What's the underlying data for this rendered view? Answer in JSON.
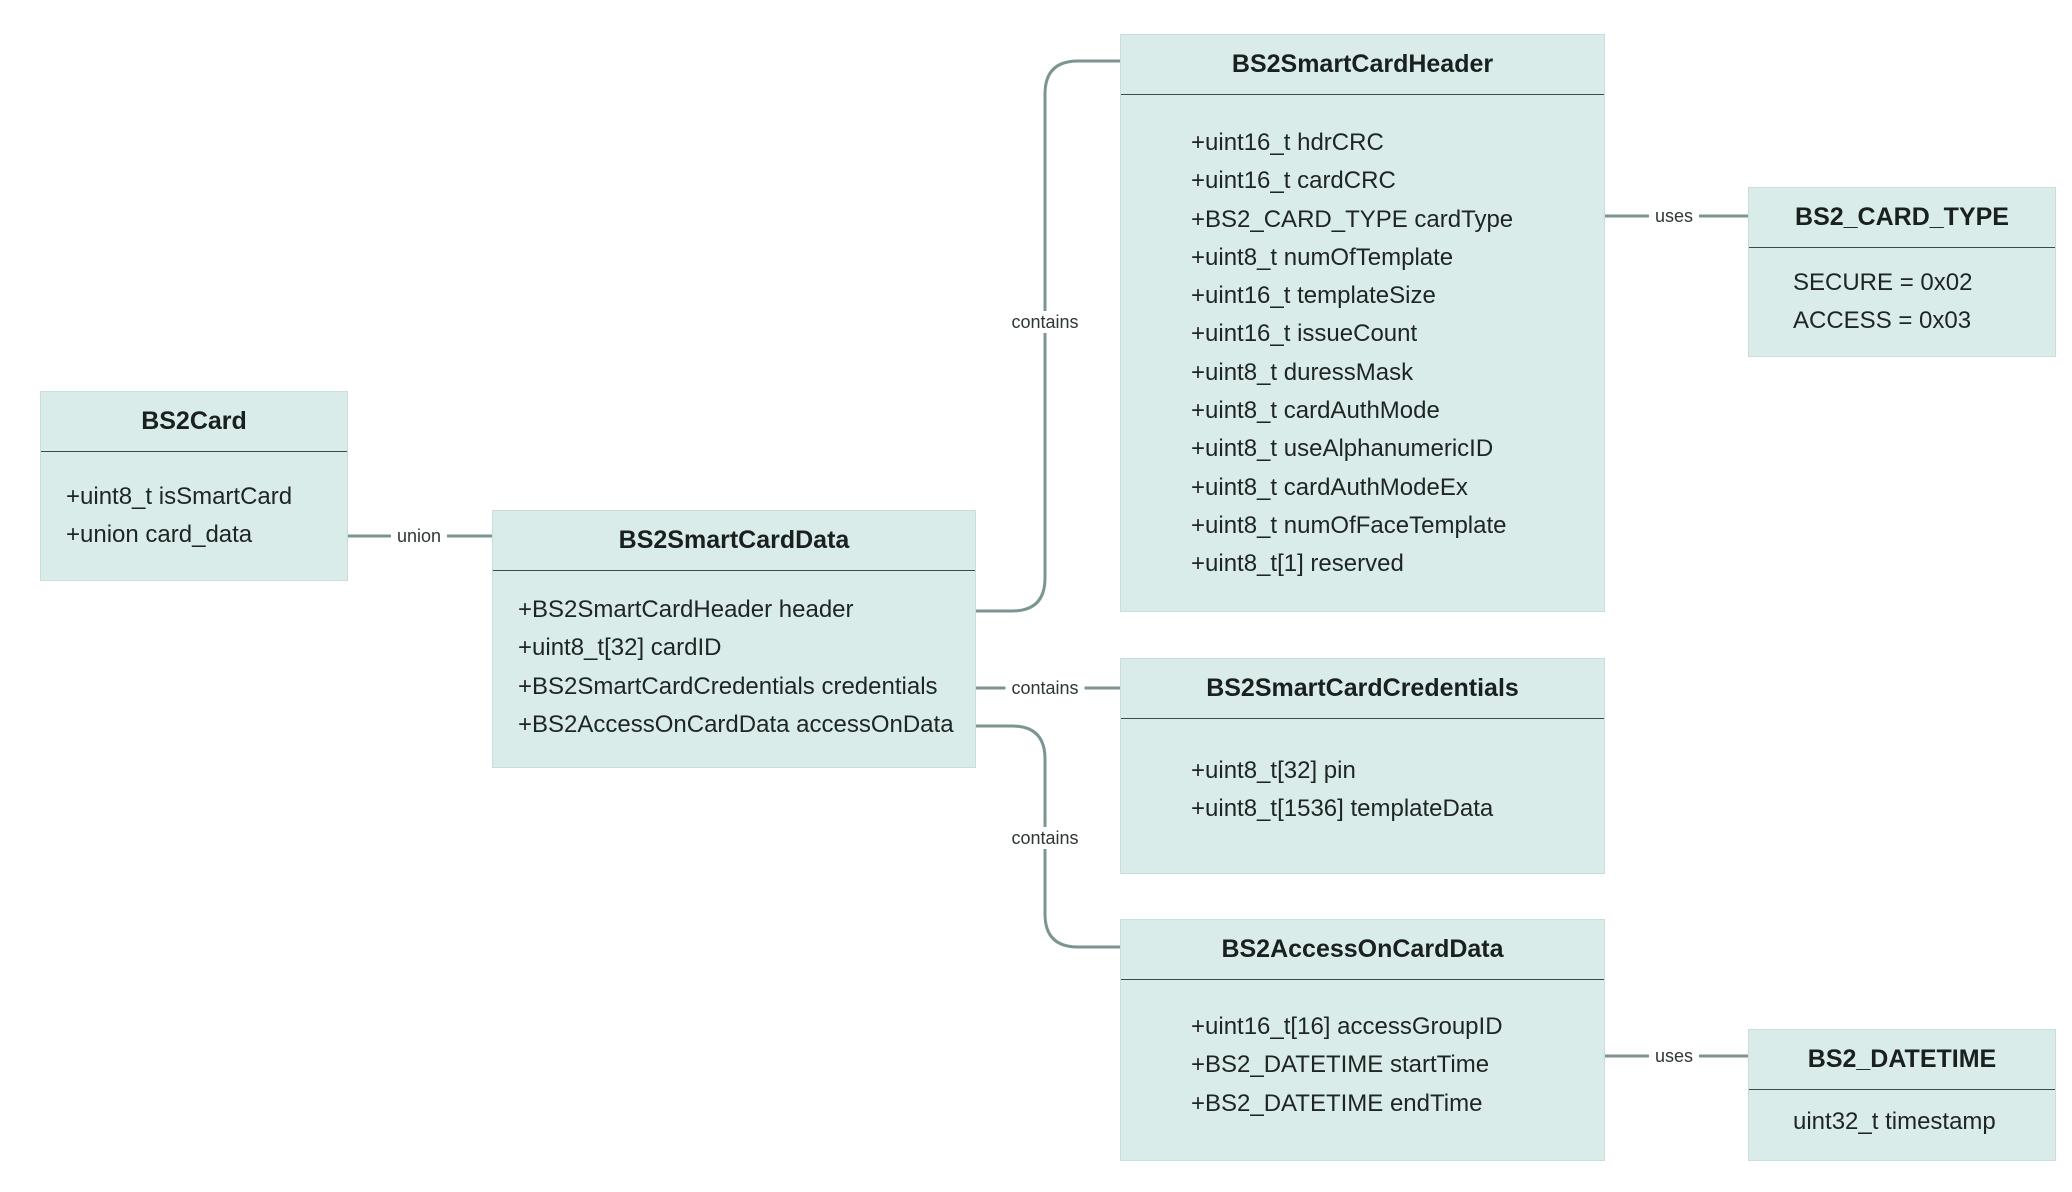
{
  "entities": {
    "bs2card": {
      "name": "BS2Card",
      "fields": [
        "+uint8_t isSmartCard",
        "+union card_data"
      ]
    },
    "bs2smartcarddata": {
      "name": "BS2SmartCardData",
      "fields": [
        "+BS2SmartCardHeader header",
        "+uint8_t[32] cardID",
        "+BS2SmartCardCredentials credentials",
        "+BS2AccessOnCardData accessOnData"
      ]
    },
    "bs2smartcardheader": {
      "name": "BS2SmartCardHeader",
      "fields": [
        "+uint16_t hdrCRC",
        "+uint16_t cardCRC",
        "+BS2_CARD_TYPE cardType",
        "+uint8_t numOfTemplate",
        "+uint16_t templateSize",
        "+uint16_t issueCount",
        "+uint8_t duressMask",
        "+uint8_t cardAuthMode",
        "+uint8_t useAlphanumericID",
        "+uint8_t cardAuthModeEx",
        "+uint8_t numOfFaceTemplate",
        "+uint8_t[1] reserved"
      ]
    },
    "bs2cardtype": {
      "name": "BS2_CARD_TYPE",
      "fields": [
        "SECURE = 0x02",
        "ACCESS = 0x03"
      ]
    },
    "bs2smartcardcredentials": {
      "name": "BS2SmartCardCredentials",
      "fields": [
        "+uint8_t[32] pin",
        "+uint8_t[1536] templateData"
      ]
    },
    "bs2accessoncarddata": {
      "name": "BS2AccessOnCardData",
      "fields": [
        "+uint16_t[16] accessGroupID",
        "+BS2_DATETIME startTime",
        "+BS2_DATETIME endTime"
      ]
    },
    "bs2datetime": {
      "name": "BS2_DATETIME",
      "fields": [
        "uint32_t timestamp"
      ]
    }
  },
  "relations": {
    "union": "union",
    "contains_header": "contains",
    "contains_credentials": "contains",
    "contains_access": "contains",
    "uses_card_type": "uses",
    "uses_datetime": "uses"
  },
  "colors": {
    "box_fill": "#d9ecea",
    "box_border": "#c9dedb",
    "divider": "#3c4a48",
    "connector": "#7b9692",
    "text": "#1f2424"
  }
}
